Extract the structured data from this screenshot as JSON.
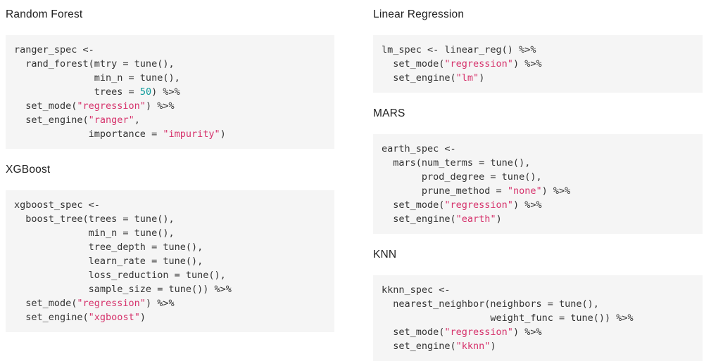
{
  "colors": {
    "page_background": "#ffffff",
    "block_background": "#f5f5f5",
    "code_text": "#333333",
    "string": "#d6336c",
    "number": "#0c9a9a",
    "heading": "#212121"
  },
  "sections": [
    {
      "heading": "Random Forest",
      "column": "left",
      "code_lines": [
        [
          {
            "t": "p",
            "v": "ranger_spec <-"
          }
        ],
        [
          {
            "t": "p",
            "v": "  rand_forest(mtry = tune(),"
          }
        ],
        [
          {
            "t": "p",
            "v": "              min_n = tune(),"
          }
        ],
        [
          {
            "t": "p",
            "v": "              trees = "
          },
          {
            "t": "n",
            "v": "50"
          },
          {
            "t": "p",
            "v": ") %>%"
          }
        ],
        [
          {
            "t": "p",
            "v": "  set_mode("
          },
          {
            "t": "s",
            "v": "\"regression\""
          },
          {
            "t": "p",
            "v": ") %>%"
          }
        ],
        [
          {
            "t": "p",
            "v": "  set_engine("
          },
          {
            "t": "s",
            "v": "\"ranger\""
          },
          {
            "t": "p",
            "v": ","
          }
        ],
        [
          {
            "t": "p",
            "v": "             importance = "
          },
          {
            "t": "s",
            "v": "\"impurity\""
          },
          {
            "t": "p",
            "v": ")"
          }
        ]
      ]
    },
    {
      "heading": "XGBoost",
      "column": "left",
      "code_lines": [
        [
          {
            "t": "p",
            "v": "xgboost_spec <-"
          }
        ],
        [
          {
            "t": "p",
            "v": "  boost_tree(trees = tune(),"
          }
        ],
        [
          {
            "t": "p",
            "v": "             min_n = tune(),"
          }
        ],
        [
          {
            "t": "p",
            "v": "             tree_depth = tune(),"
          }
        ],
        [
          {
            "t": "p",
            "v": "             learn_rate = tune(),"
          }
        ],
        [
          {
            "t": "p",
            "v": "             loss_reduction = tune(),"
          }
        ],
        [
          {
            "t": "p",
            "v": "             sample_size = tune()) %>%"
          }
        ],
        [
          {
            "t": "p",
            "v": "  set_mode("
          },
          {
            "t": "s",
            "v": "\"regression\""
          },
          {
            "t": "p",
            "v": ") %>%"
          }
        ],
        [
          {
            "t": "p",
            "v": "  set_engine("
          },
          {
            "t": "s",
            "v": "\"xgboost\""
          },
          {
            "t": "p",
            "v": ")"
          }
        ]
      ]
    },
    {
      "heading": "Linear Regression",
      "column": "right",
      "code_lines": [
        [
          {
            "t": "p",
            "v": "lm_spec <- linear_reg() %>%"
          }
        ],
        [
          {
            "t": "p",
            "v": "  set_mode("
          },
          {
            "t": "s",
            "v": "\"regression\""
          },
          {
            "t": "p",
            "v": ") %>%"
          }
        ],
        [
          {
            "t": "p",
            "v": "  set_engine("
          },
          {
            "t": "s",
            "v": "\"lm\""
          },
          {
            "t": "p",
            "v": ")"
          }
        ]
      ]
    },
    {
      "heading": "MARS",
      "column": "right",
      "code_lines": [
        [
          {
            "t": "p",
            "v": "earth_spec <-"
          }
        ],
        [
          {
            "t": "p",
            "v": "  mars(num_terms = tune(),"
          }
        ],
        [
          {
            "t": "p",
            "v": "       prod_degree = tune(),"
          }
        ],
        [
          {
            "t": "p",
            "v": "       prune_method = "
          },
          {
            "t": "s",
            "v": "\"none\""
          },
          {
            "t": "p",
            "v": ") %>%"
          }
        ],
        [
          {
            "t": "p",
            "v": "  set_mode("
          },
          {
            "t": "s",
            "v": "\"regression\""
          },
          {
            "t": "p",
            "v": ") %>%"
          }
        ],
        [
          {
            "t": "p",
            "v": "  set_engine("
          },
          {
            "t": "s",
            "v": "\"earth\""
          },
          {
            "t": "p",
            "v": ")"
          }
        ]
      ]
    },
    {
      "heading": "KNN",
      "column": "right",
      "code_lines": [
        [
          {
            "t": "p",
            "v": "kknn_spec <-"
          }
        ],
        [
          {
            "t": "p",
            "v": "  nearest_neighbor(neighbors = tune(),"
          }
        ],
        [
          {
            "t": "p",
            "v": "                   weight_func = tune()) %>%"
          }
        ],
        [
          {
            "t": "p",
            "v": "  set_mode("
          },
          {
            "t": "s",
            "v": "\"regression\""
          },
          {
            "t": "p",
            "v": ") %>%"
          }
        ],
        [
          {
            "t": "p",
            "v": "  set_engine("
          },
          {
            "t": "s",
            "v": "\"kknn\""
          },
          {
            "t": "p",
            "v": ")"
          }
        ]
      ]
    }
  ]
}
